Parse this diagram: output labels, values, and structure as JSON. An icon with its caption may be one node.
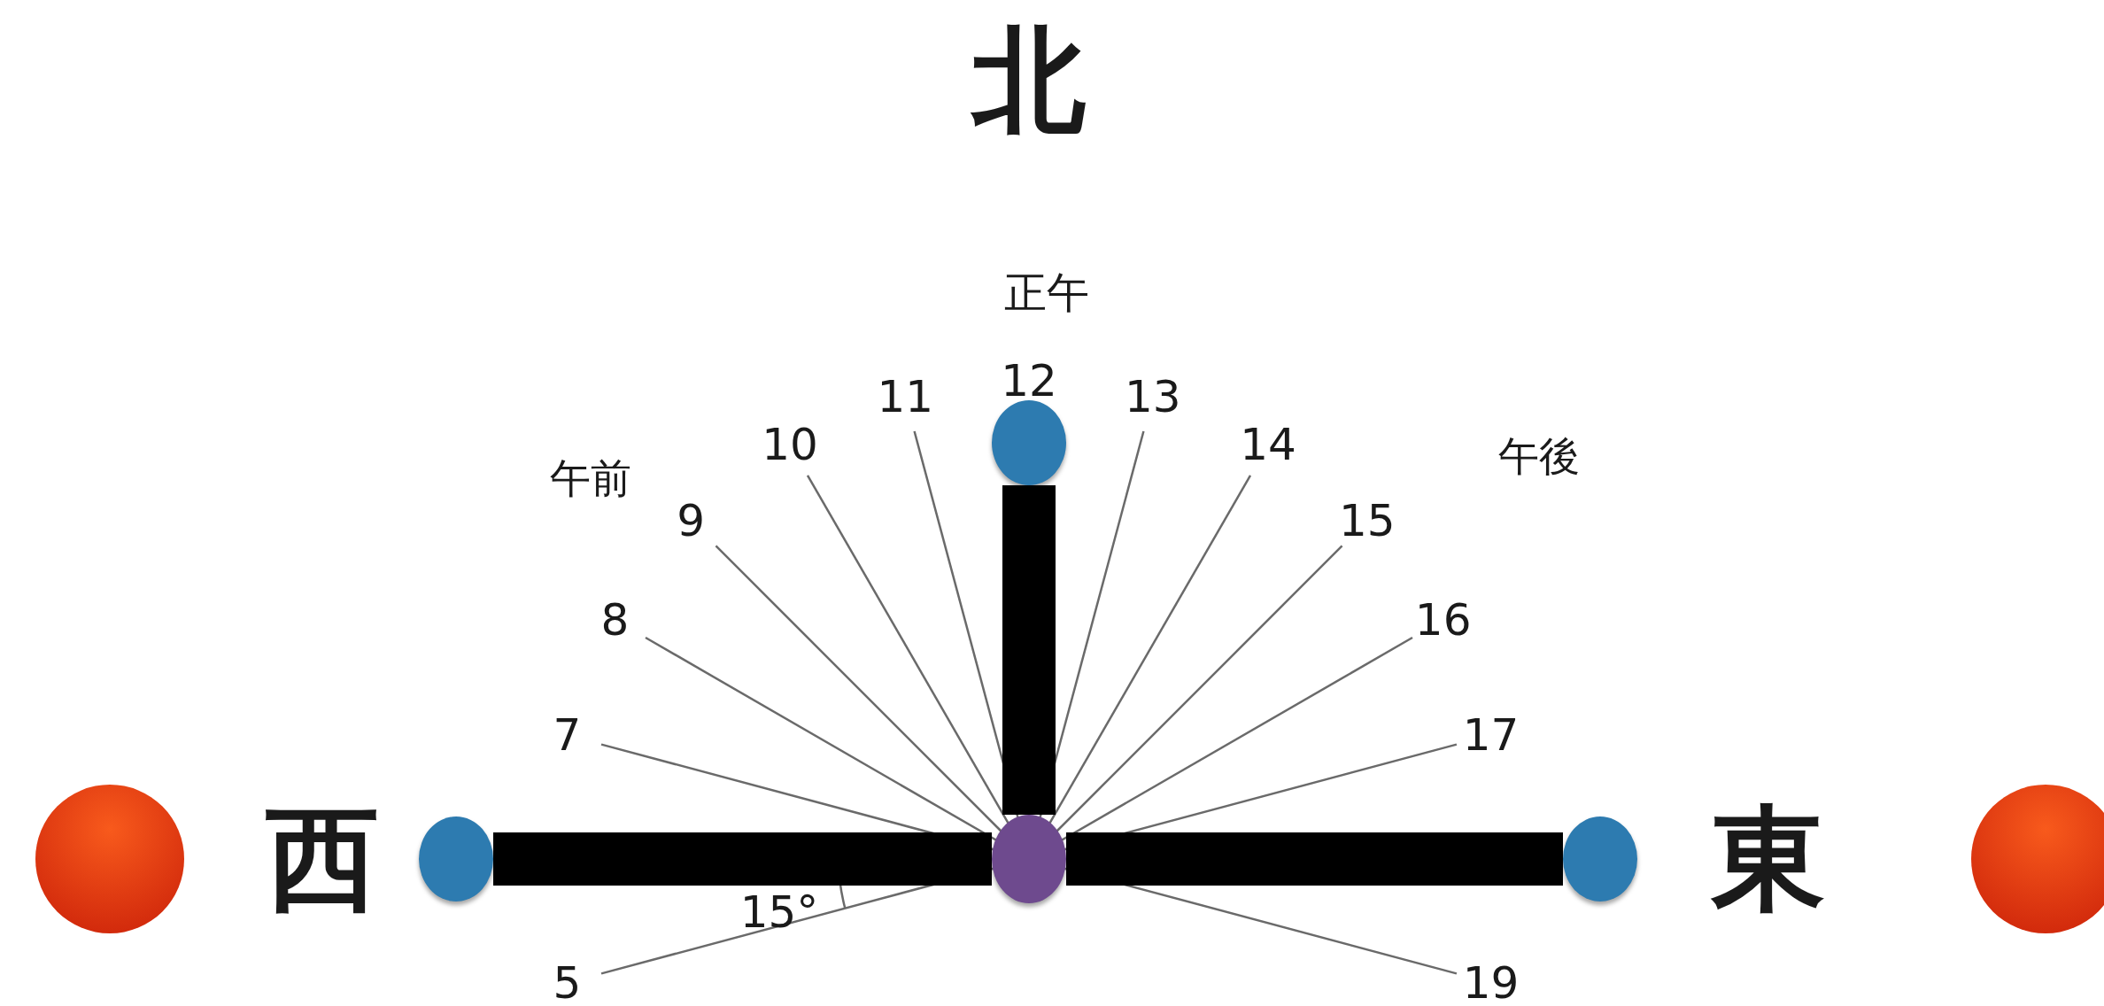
{
  "diagram": {
    "nodes": [
      {
        "text": [],
        "shape": "circle"
      },
      {
        "text": [],
        "shape": "circle"
      },
      {
        "text": [],
        "shape": "circle"
      },
      {
        "text": [],
        "shape": "circle"
      }
    ],
    "edges": [
      {
        "from": 0,
        "to": 1,
        "arrow": "none"
      },
      {
        "from": 0,
        "to": 2,
        "arrow": "none"
      },
      {
        "from": 0,
        "to": 3,
        "arrow": "none"
      }
    ],
    "labels": [
      "北",
      "正午",
      "12",
      "11",
      "13",
      "10",
      "14",
      "午前",
      "午後",
      "9",
      "15",
      "8",
      "16",
      "7",
      "17",
      "西",
      "東",
      "15°",
      "5",
      "19"
    ]
  }
}
